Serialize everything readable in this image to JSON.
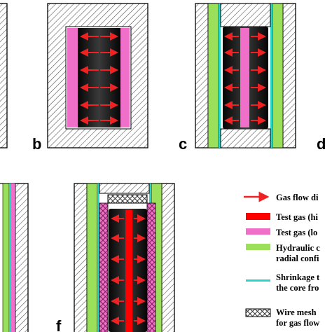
{
  "panels": {
    "b": "b",
    "c": "c",
    "d": "d",
    "f": "f"
  },
  "legend": {
    "items": [
      {
        "icon": "red-arrow-icon",
        "lines": [
          "Gas flow di"
        ]
      },
      {
        "icon": "red-bar-icon",
        "lines": [
          "Test gas (hi"
        ]
      },
      {
        "icon": "pink-bar-icon",
        "lines": [
          "Test gas (lo"
        ]
      },
      {
        "icon": "green-bar-icon",
        "lines": [
          "Hydraulic c",
          "radial confi"
        ]
      },
      {
        "icon": "cyan-line-icon",
        "lines": [
          "Shrinkage t",
          "the core fro"
        ]
      },
      {
        "icon": "wire-mesh-icon",
        "lines": [
          "Wire mesh",
          "for gas flow"
        ]
      }
    ]
  },
  "colors": {
    "core": "#111111",
    "test_gas_high": "#ff0000",
    "test_gas_low": "#f06fc8",
    "hydraulic_oil": "#9be05a",
    "shrinkage_tube": "#27d4c8",
    "arrow": "#ee2222"
  }
}
